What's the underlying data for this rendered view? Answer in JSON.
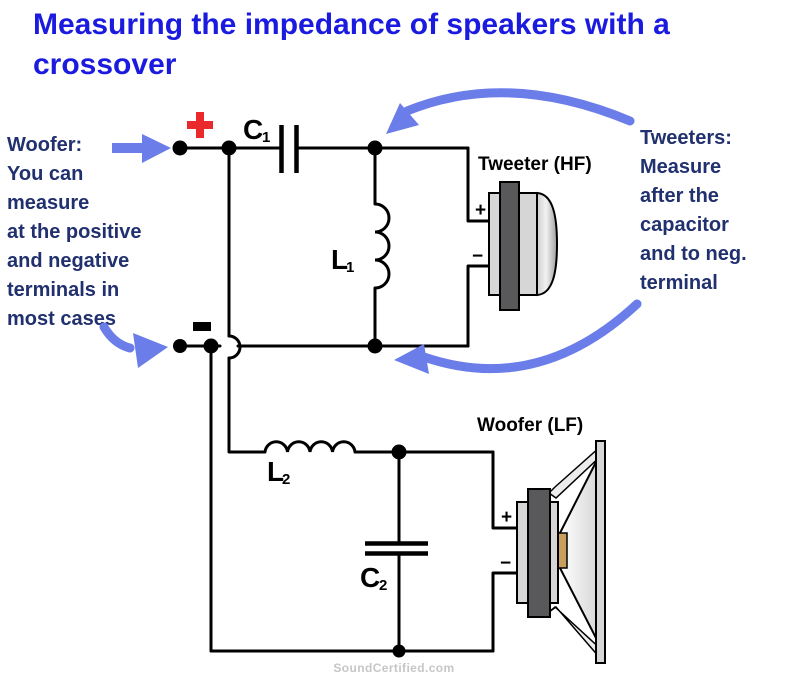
{
  "title": {
    "line1": "Measuring the impedance of speakers with a",
    "line2": "crossover"
  },
  "left_note": {
    "lines": [
      "Woofer:",
      "You can",
      "measure",
      "at the positive",
      "and negative",
      "terminals in",
      "most cases"
    ]
  },
  "right_note": {
    "lines": [
      "Tweeters:",
      "Measure",
      "after the",
      "capacitor",
      "and to neg.",
      "terminal"
    ]
  },
  "circuit": {
    "capacitor1": {
      "letter": "C",
      "sub": "1"
    },
    "inductor1": {
      "letter": "L",
      "sub": "1"
    },
    "inductor2": {
      "letter": "L",
      "sub": "2"
    },
    "capacitor2": {
      "letter": "C",
      "sub": "2"
    },
    "tweeter": {
      "label": "Tweeter (HF)",
      "plus": "+",
      "minus": "−"
    },
    "woofer": {
      "label": "Woofer (LF)",
      "plus": "+",
      "minus": "−"
    },
    "source_terminals": {
      "positive": "+",
      "negative": "−"
    }
  },
  "footer": {
    "watermark": "SoundCertified.com"
  },
  "colors": {
    "title_blue": "#1b1be0",
    "note_navy": "#21306e",
    "arrow_periwinkle": "#6b7de8",
    "terminal_red": "#ea2a2a",
    "wire_black": "#000000",
    "magnet_dark_gray": "#59595b",
    "speaker_light_gray": "#d6d6d6",
    "voice_coil_tan": "#c8a05e",
    "watermark_gray": "#c6c6c6"
  }
}
